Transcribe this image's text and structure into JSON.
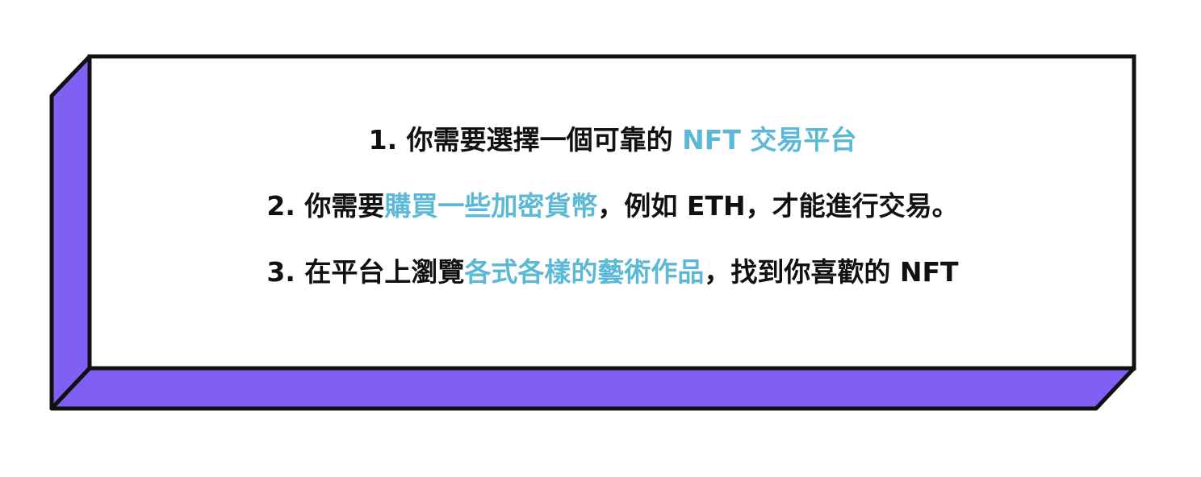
{
  "colors": {
    "box_face": "#ffffff",
    "box_side": "#8060f4",
    "box_outline": "#111111",
    "text": "#111111",
    "highlight": "#5bb8d6"
  },
  "lines": [
    {
      "segments": [
        {
          "text": "1. 你需要選擇一個可靠的 ",
          "highlight": false
        },
        {
          "text": "NFT 交易平台",
          "highlight": true
        }
      ]
    },
    {
      "segments": [
        {
          "text": "2. 你需要",
          "highlight": false
        },
        {
          "text": "購買一些加密貨幣",
          "highlight": true
        },
        {
          "text": "，例如 ETH，才能進行交易。",
          "highlight": false
        }
      ]
    },
    {
      "segments": [
        {
          "text": "3. 在平台上瀏覽",
          "highlight": false
        },
        {
          "text": "各式各樣的藝術作品",
          "highlight": true
        },
        {
          "text": "，找到你喜歡的 NFT",
          "highlight": false
        }
      ]
    }
  ]
}
